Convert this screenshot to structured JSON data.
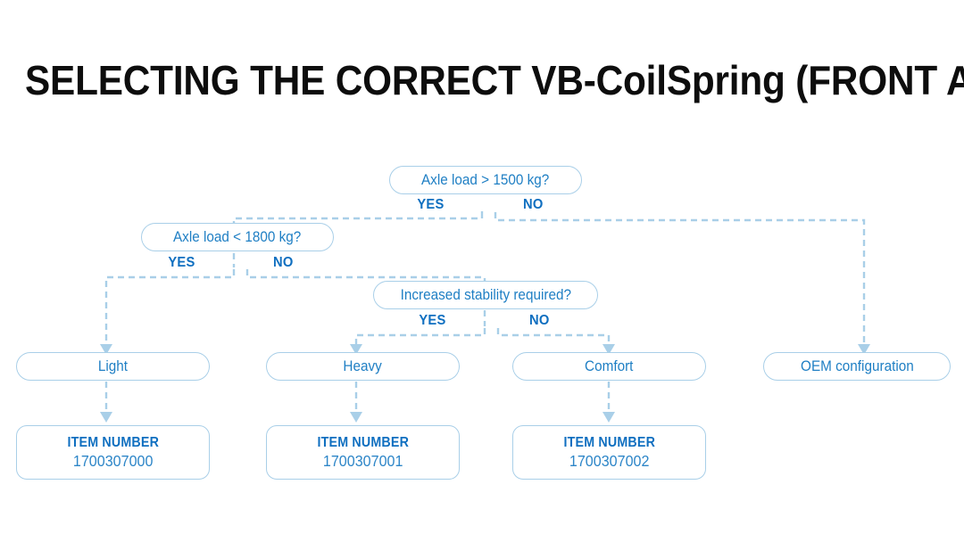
{
  "title": "SELECTING THE CORRECT VB-CoilSpring (FRONT AXLE)",
  "colors": {
    "title": "#0d0d0d",
    "node_border": "#a9cfe8",
    "node_text": "#1f7fc4",
    "branch_label": "#0f6fc0",
    "item_value": "#2e86c8",
    "connector": "#a9cfe8",
    "background": "#ffffff"
  },
  "decisions": [
    {
      "id": "d1",
      "text": "Axle load > 1500 kg?",
      "yes_label": "YES",
      "no_label": "NO"
    },
    {
      "id": "d2",
      "text": "Axle load < 1800 kg?",
      "yes_label": "YES",
      "no_label": "NO"
    },
    {
      "id": "d3",
      "text": "Increased stability required?",
      "yes_label": "YES",
      "no_label": "NO"
    }
  ],
  "results": [
    {
      "id": "r1",
      "text": "Light"
    },
    {
      "id": "r2",
      "text": "Heavy"
    },
    {
      "id": "r3",
      "text": "Comfort"
    },
    {
      "id": "r4",
      "text": "OEM configuration"
    }
  ],
  "items": [
    {
      "id": "i1",
      "label": "ITEM NUMBER",
      "value": "1700307000"
    },
    {
      "id": "i2",
      "label": "ITEM NUMBER",
      "value": "1700307001"
    },
    {
      "id": "i3",
      "label": "ITEM NUMBER",
      "value": "1700307002"
    }
  ],
  "chart_data": {
    "type": "diagram",
    "title": "SELECTING THE CORRECT VB-CoilSpring (FRONT AXLE)",
    "nodes": [
      {
        "id": "d1",
        "kind": "decision",
        "label": "Axle load > 1500 kg?"
      },
      {
        "id": "d2",
        "kind": "decision",
        "label": "Axle load < 1800 kg?"
      },
      {
        "id": "d3",
        "kind": "decision",
        "label": "Increased stability required?"
      },
      {
        "id": "r1",
        "kind": "result",
        "label": "Light"
      },
      {
        "id": "r2",
        "kind": "result",
        "label": "Heavy"
      },
      {
        "id": "r3",
        "kind": "result",
        "label": "Comfort"
      },
      {
        "id": "r4",
        "kind": "result",
        "label": "OEM configuration"
      },
      {
        "id": "i1",
        "kind": "item",
        "label": "ITEM NUMBER",
        "value": "1700307000"
      },
      {
        "id": "i2",
        "kind": "item",
        "label": "ITEM NUMBER",
        "value": "1700307001"
      },
      {
        "id": "i3",
        "kind": "item",
        "label": "ITEM NUMBER",
        "value": "1700307002"
      }
    ],
    "edges": [
      {
        "from": "d1",
        "to": "d2",
        "label": "YES"
      },
      {
        "from": "d1",
        "to": "r4",
        "label": "NO"
      },
      {
        "from": "d2",
        "to": "r1",
        "label": "YES"
      },
      {
        "from": "d2",
        "to": "d3",
        "label": "NO"
      },
      {
        "from": "d3",
        "to": "r2",
        "label": "YES"
      },
      {
        "from": "d3",
        "to": "r3",
        "label": "NO"
      },
      {
        "from": "r1",
        "to": "i1",
        "label": ""
      },
      {
        "from": "r2",
        "to": "i2",
        "label": ""
      },
      {
        "from": "r3",
        "to": "i3",
        "label": ""
      }
    ]
  }
}
